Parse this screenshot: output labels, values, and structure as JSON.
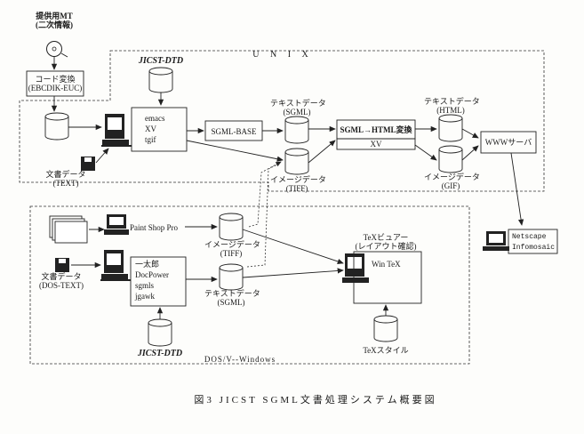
{
  "source": {
    "line1": "提供用MT",
    "line2": "(二次情報)"
  },
  "converter": {
    "line1": "コード変換",
    "line2": "(EBCDIK-EUC)"
  },
  "unix": {
    "label": "U N I X",
    "dtd": "JICST-DTD"
  },
  "unix_ws": {
    "tools": [
      "emacs",
      "XV",
      "tgif"
    ]
  },
  "text_in": {
    "line1": "文書データ",
    "line2": "(TEXT)"
  },
  "sgml_base": "SGML-BASE",
  "text_sgml": {
    "line1": "テキストデータ",
    "line2": "(SGML)"
  },
  "image_tiff_unix": {
    "line1": "イメージデータ",
    "line2": "(TIFF)"
  },
  "converter_html": {
    "label": "SGML→HTML変換",
    "sub": "XV"
  },
  "text_html": {
    "line1": "テキストデータ",
    "line2": "(HTML)"
  },
  "image_gif": {
    "line1": "イメージデータ",
    "line2": "(GIF)"
  },
  "www": "WWWサーバ",
  "client": {
    "line1": "Netscape",
    "line2": "Infomosaic"
  },
  "dos": {
    "label": "DOS/V--Windows",
    "paint": "Paint Shop Pro",
    "image": {
      "line1": "イメージデータ",
      "line2": "(TIFF)"
    },
    "doc_in": {
      "line1": "文書データ",
      "line2": "(DOS-TEXT)"
    },
    "tools": [
      "一太郎",
      "DocPower",
      "sgmls",
      "jgawk"
    ],
    "text": {
      "line1": "テキストデータ",
      "line2": "(SGML)"
    },
    "dtd": "JICST-DTD",
    "tex_viewer": {
      "line1": "TeXビュアー",
      "line2": "(レイアウト確認)"
    },
    "wintex": "Win TeX",
    "tex_style": "TeXスタイル"
  },
  "caption": "図3 JICST SGML文書処理システム概要図"
}
